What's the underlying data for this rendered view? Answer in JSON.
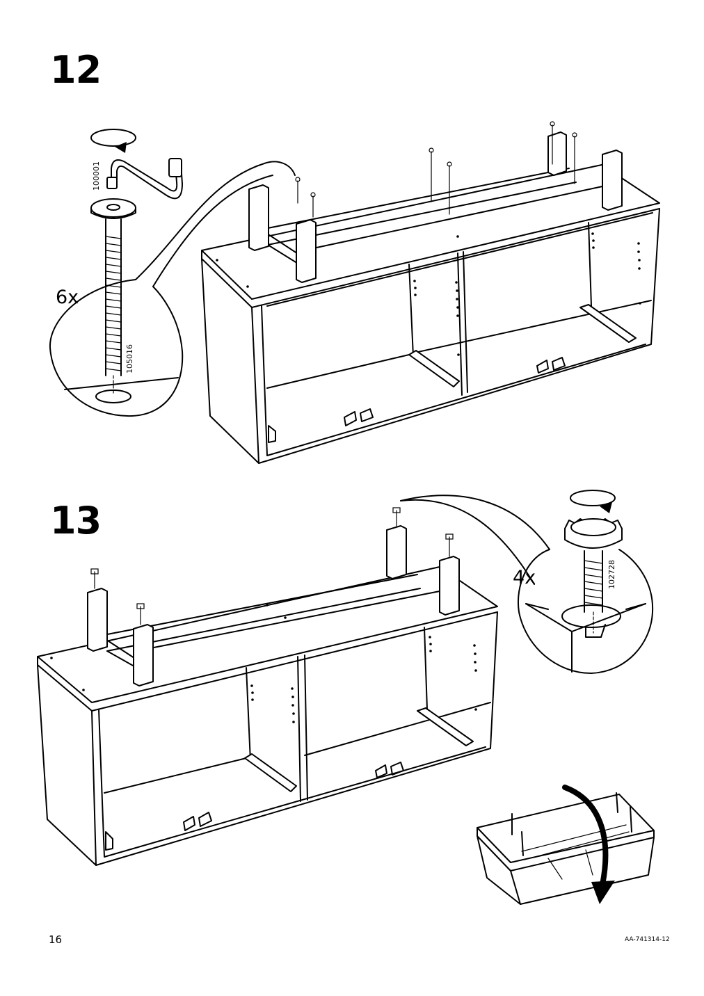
{
  "steps": [
    {
      "number": "12",
      "quantity": "6x",
      "part_numbers": [
        "100001",
        "105016"
      ],
      "icons": [
        "rotate-clockwise-icon",
        "allen-key-icon",
        "bolt-icon"
      ]
    },
    {
      "number": "13",
      "quantity": "4x",
      "part_numbers": [
        "102728"
      ],
      "icons": [
        "rotate-clockwise-icon",
        "adjustable-foot-icon",
        "flip-arrow-icon"
      ]
    }
  ],
  "footer": {
    "page_number": "16",
    "document_id": "AA-741314-12"
  }
}
